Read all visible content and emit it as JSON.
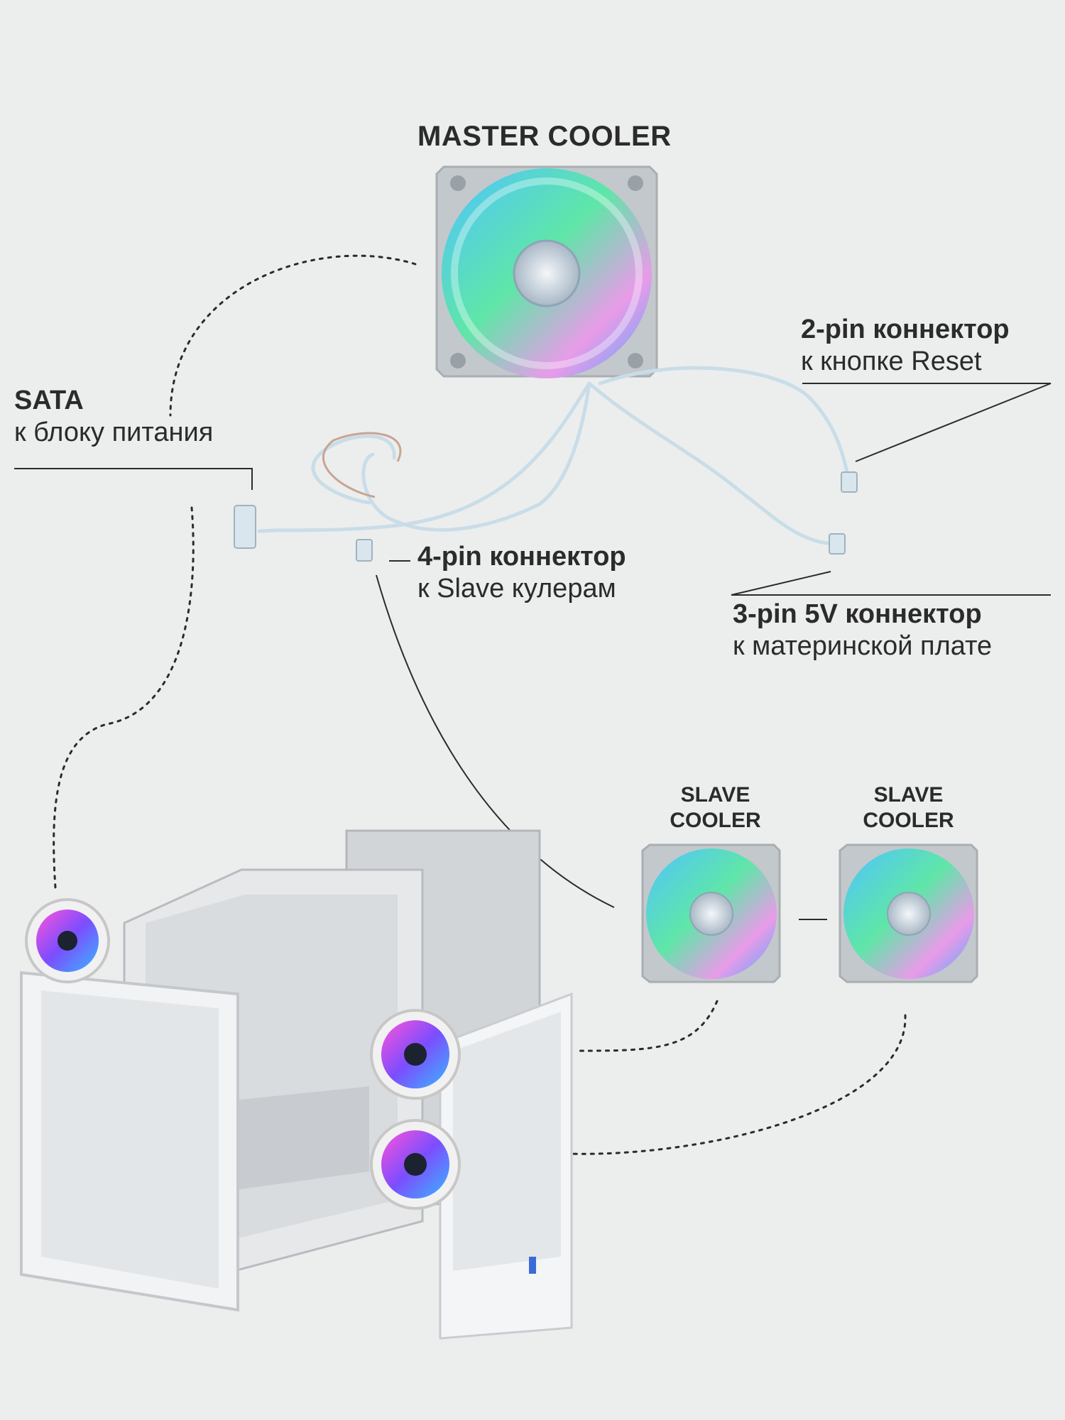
{
  "master": {
    "title": "MASTER COOLER"
  },
  "labels": {
    "reset": {
      "title": "2-pin коннектор",
      "sub": "к кнопке Reset"
    },
    "sata": {
      "title": "SATA",
      "sub": "к блоку питания"
    },
    "slave_conn": {
      "title": "4-pin коннектор",
      "sub": "к Slave кулерам"
    },
    "mb": {
      "title": "3-pin 5V коннектор",
      "sub": "к материнской плате"
    }
  },
  "slaves": [
    {
      "line1": "SLAVE",
      "line2": "COOLER"
    },
    {
      "line1": "SLAVE",
      "line2": "COOLER"
    }
  ],
  "colors": {
    "background": "#eceeed",
    "text": "#2b2b2b",
    "fan_frame": "#b9bec2"
  }
}
